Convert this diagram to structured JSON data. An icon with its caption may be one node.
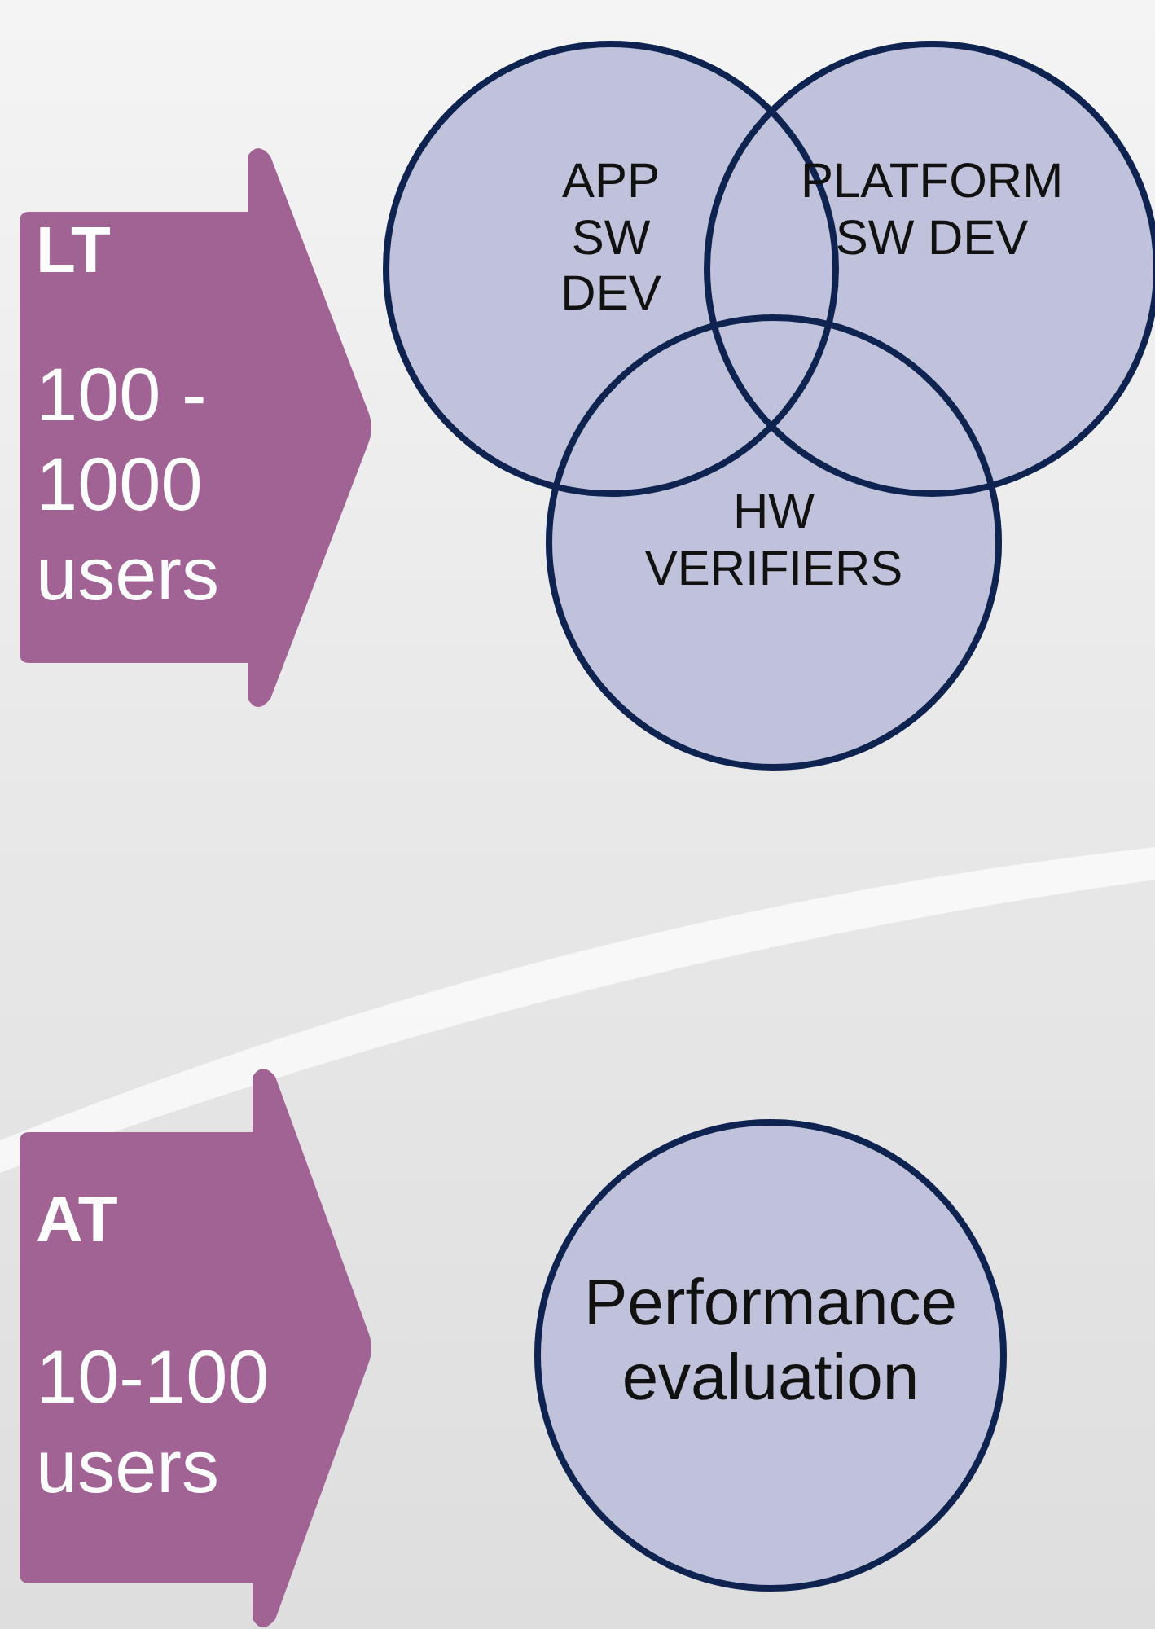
{
  "diagram": {
    "nodes": [
      {
        "text": [
          "LT",
          "100 - 1000 users"
        ]
      },
      {
        "text": [
          "APP SW DEV"
        ]
      },
      {
        "text": [
          "PLATFORM SW DEV"
        ]
      },
      {
        "text": [
          "HW VERIFIERS"
        ]
      },
      {
        "text": [
          "AT",
          "10-100 users"
        ]
      },
      {
        "text": [
          "Performance evaluation"
        ]
      }
    ]
  }
}
